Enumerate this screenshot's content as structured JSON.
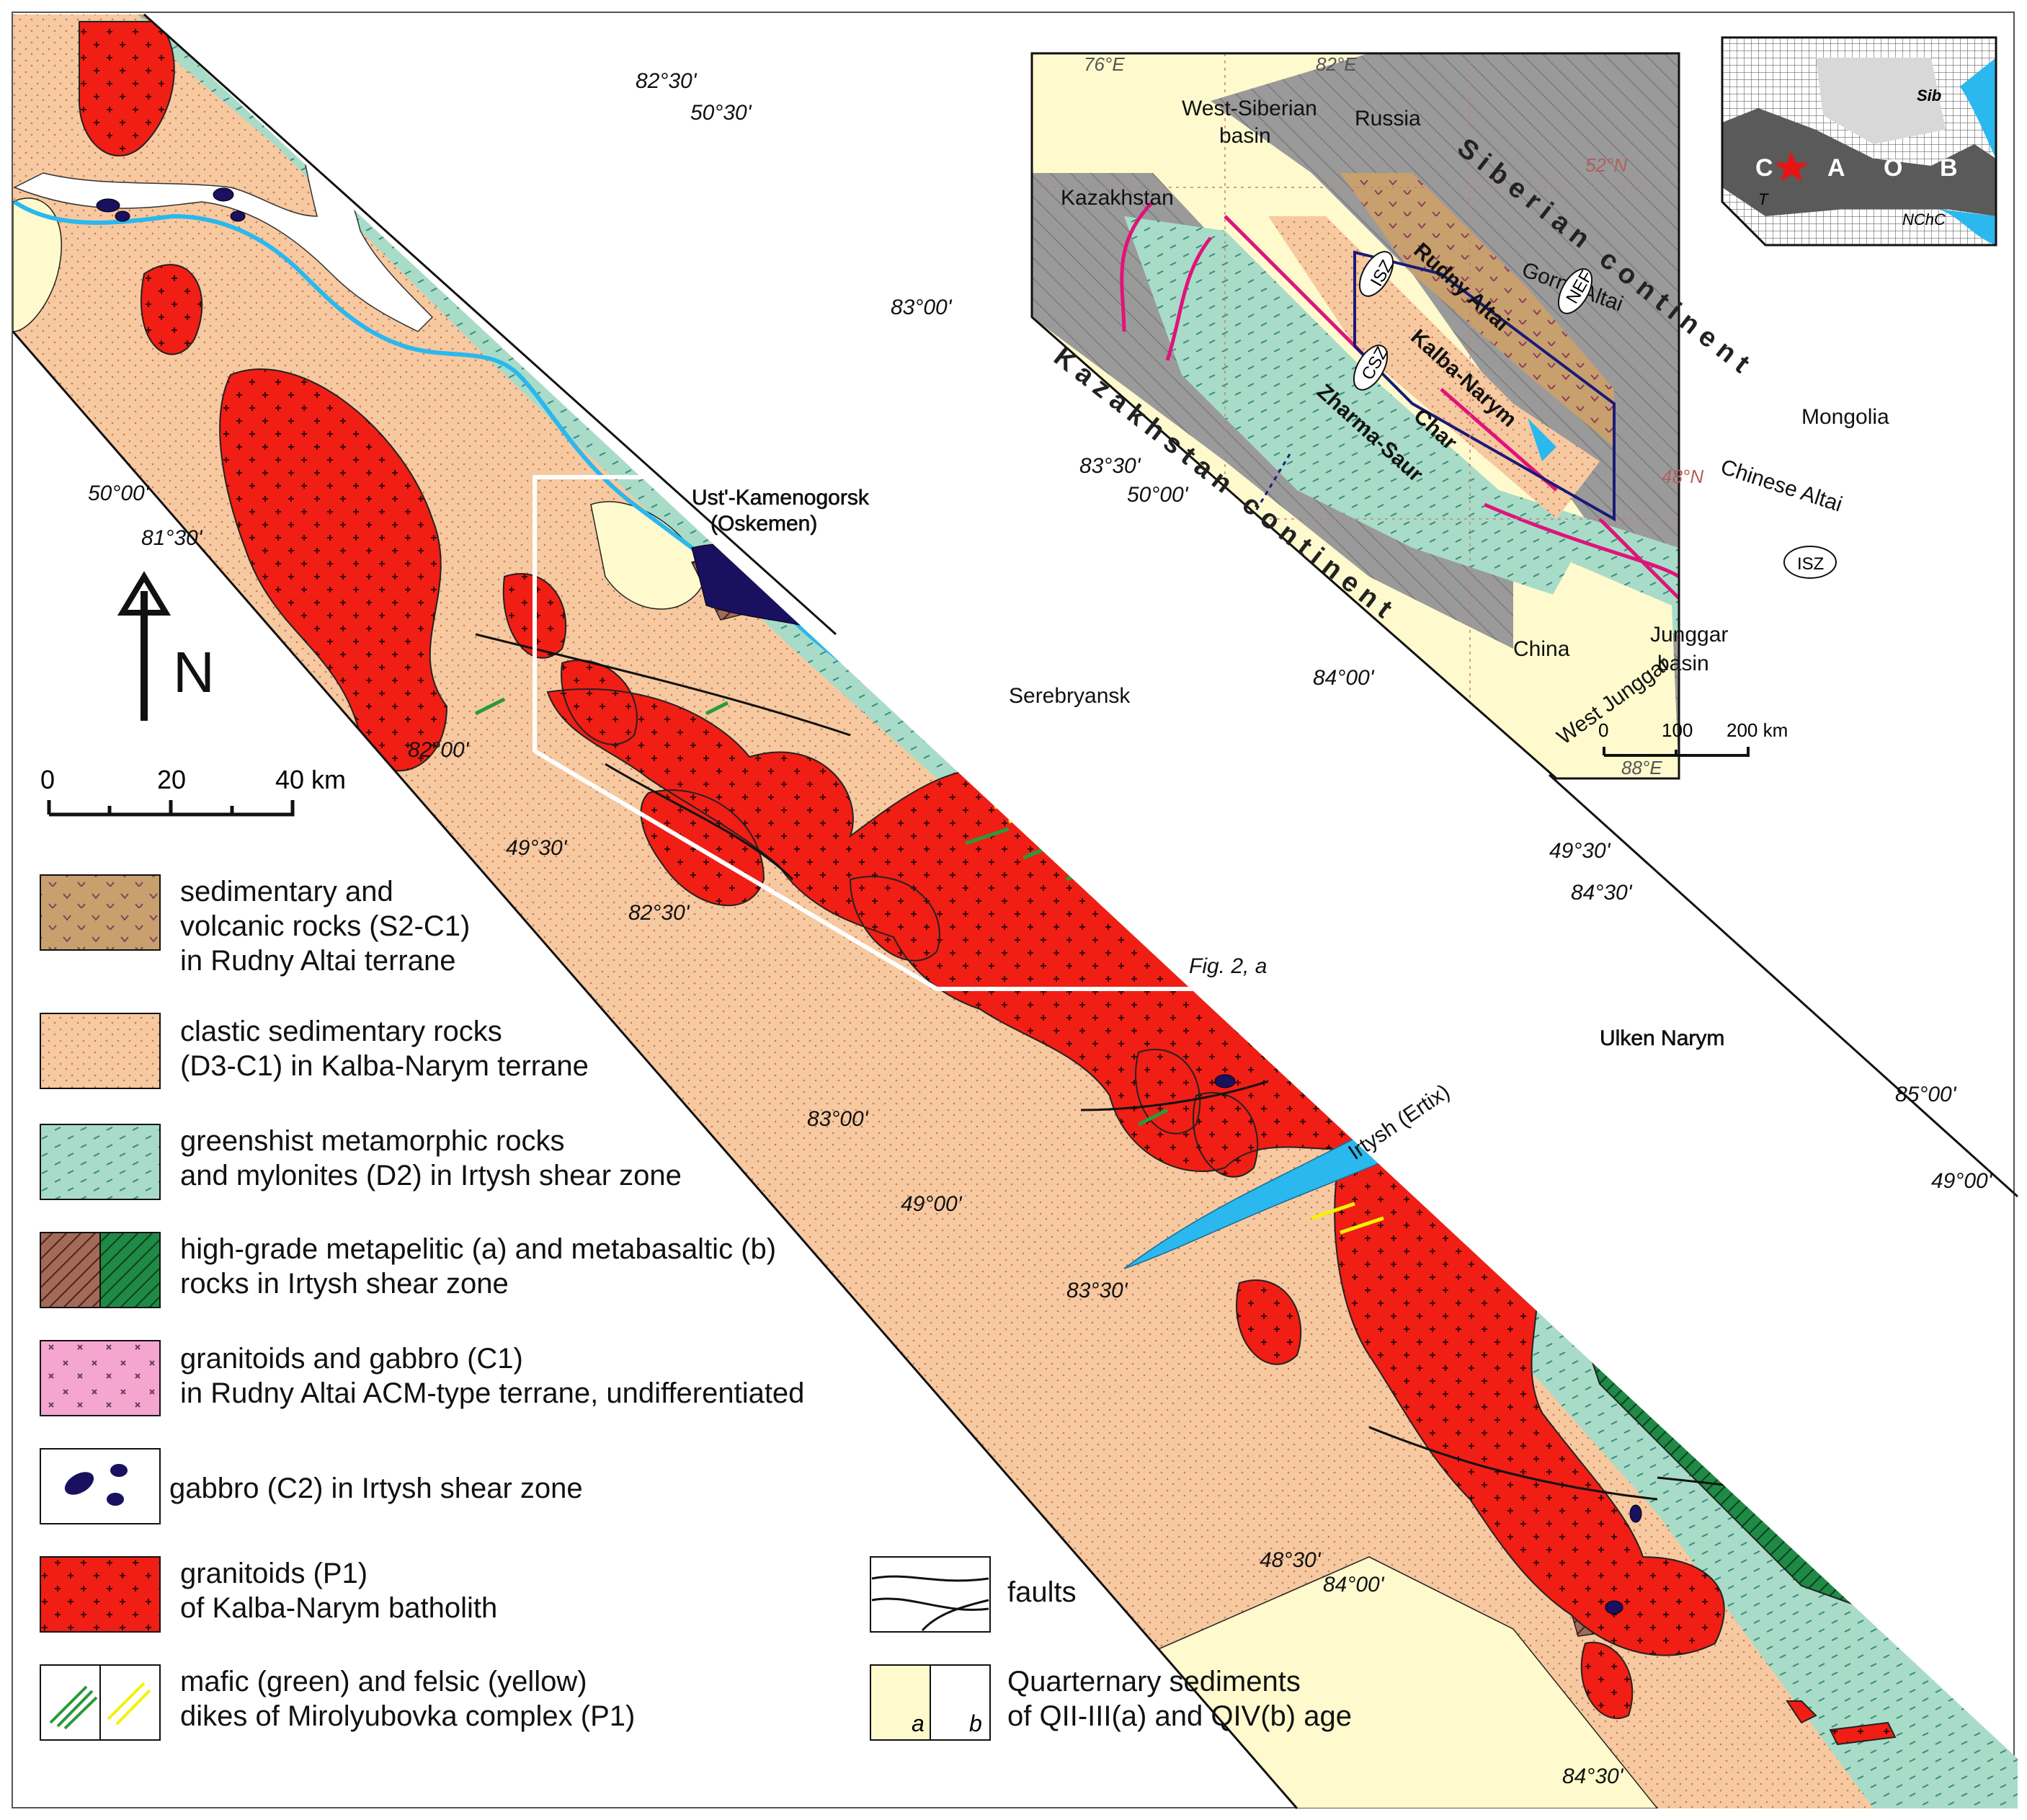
{
  "coords": {
    "c82_30": "82°30'",
    "c50_30": "50°30'",
    "c83_00_top": "83°00'",
    "c50_00_left": "50°00'",
    "c81_30": "81°30'",
    "c83_30_top": "83°30'",
    "c50_00_right": "50°00'",
    "c82_00": "82°00'",
    "c84_00_top": "84°00'",
    "c49_30_left": "49°30'",
    "c82_30_lower": "82°30'",
    "c49_30_right": "49°30'",
    "c84_30_top": "84°30'",
    "c83_00_lower": "83°00'",
    "c85_00": "85°00'",
    "c49_00_left": "49°00'",
    "c49_00_right": "49°00'",
    "c83_30_lower": "83°30'",
    "c48_30": "48°30'",
    "c84_00_lower": "84°00'",
    "c84_30_lower": "84°30'"
  },
  "places": {
    "ust": "Ust'-Kamenogorsk",
    "oskemen": "(Oskemen)",
    "serebryansk": "Serebryansk",
    "ulken": "Ulken Narym",
    "irtysh": "Irtysh (Ertix)",
    "fig": "Fig. 2, a"
  },
  "north": "N",
  "scale": {
    "t0": "0",
    "t1": "20",
    "t2": "40 km"
  },
  "inset": {
    "e76": "76°E",
    "e82": "82°E",
    "e88": "88°E",
    "n52": "52°N",
    "n48": "48°N",
    "wsb1": "West-Siberian",
    "wsb2": "basin",
    "russia": "Russia",
    "kazakhstan": "Kazakhstan",
    "siberian": "Siberian continent",
    "kazcont": "Kazakhstan continent",
    "gorny": "Gorny Altai",
    "rudny": "Rudny Altai",
    "kalba": "Kalba-Narym",
    "char": "Char",
    "zharma": "Zharma-Saur",
    "mongolia": "Mongolia",
    "chinese": "Chinese Altai",
    "china": "China",
    "junggar1": "Junggar",
    "junggar2": "basin",
    "westj": "West Junggar",
    "isz": "ISZ",
    "csz": "CSZ",
    "nef": "NEF",
    "s0": "0",
    "s100": "100",
    "s200": "200 km"
  },
  "locator": {
    "sib": "Sib",
    "c": "C",
    "a": "A",
    "o": "O",
    "b": "B",
    "t": "T",
    "nchc": "NChC"
  },
  "legend": [
    {
      "l1": "sedimentary and",
      "l2": "volcanic rocks (S2-C1)",
      "l3": "in Rudny Altai terrane"
    },
    {
      "l1": "clastic sedimentary rocks",
      "l2": "(D3-C1) in Kalba-Narym terrane"
    },
    {
      "l1": "greenshist metamorphic rocks",
      "l2": "and mylonites (D2) in Irtysh shear zone"
    },
    {
      "l1": "high-grade metapelitic (a) and metabasaltic (b)",
      "l2": "rocks in Irtysh shear zone"
    },
    {
      "l1": "granitoids and gabbro (C1)",
      "l2": "in Rudny Altai ACM-type terrane, undifferentiated"
    },
    {
      "l1": "gabbro (C2) in Irtysh shear zone"
    },
    {
      "l1": "granitoids (P1)",
      "l2": "of Kalba-Narym batholith"
    },
    {
      "l1": "mafic (green) and felsic (yellow)",
      "l2": "dikes of Mirolyubovka complex (P1)"
    }
  ],
  "legend_right": {
    "faults": "faults",
    "q1": "Quarternary sediments",
    "q2": "of QII-III(a) and QIV(b) age",
    "a": "a",
    "b": "b"
  },
  "colors": {
    "rudny_brown": "#c8a06e",
    "clastic": "#f7c9a0",
    "greenschist": "#a8dcc8",
    "metapelite": "#8e5a4a",
    "metabasalt": "#1f8a45",
    "pink": "#f4a6cf",
    "gabbro": "#1a1060",
    "granite": "#f01e14",
    "quaternary": "#fffacd",
    "river": "#2ab8ee",
    "gray": "#9a9a9a"
  }
}
